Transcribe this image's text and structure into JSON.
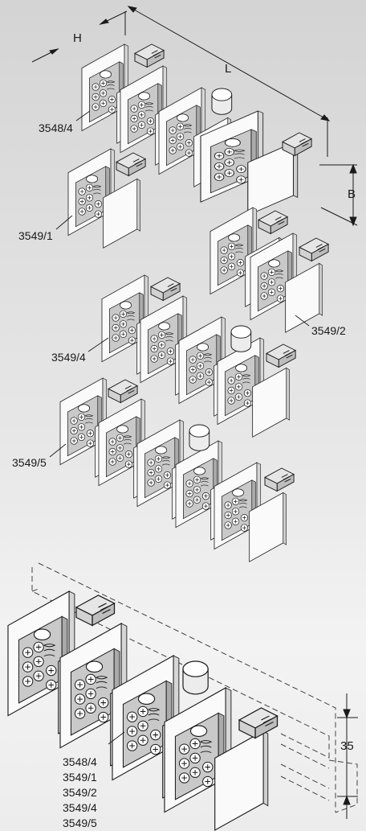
{
  "dimensions": {
    "h": "H",
    "l": "L",
    "b": "B",
    "rail_height": "35"
  },
  "labels": {
    "a": "3548/4",
    "b": "3549/1",
    "c": "3549/2",
    "d": "3549/4",
    "e": "3549/5"
  },
  "legend": [
    "3548/4",
    "3549/1",
    "3549/2",
    "3549/4",
    "3549/5"
  ],
  "colors": {
    "plate": "#ffffff",
    "body": "#cfcfcf",
    "outline": "#1a1a1a",
    "background": "#dcdcdc"
  }
}
